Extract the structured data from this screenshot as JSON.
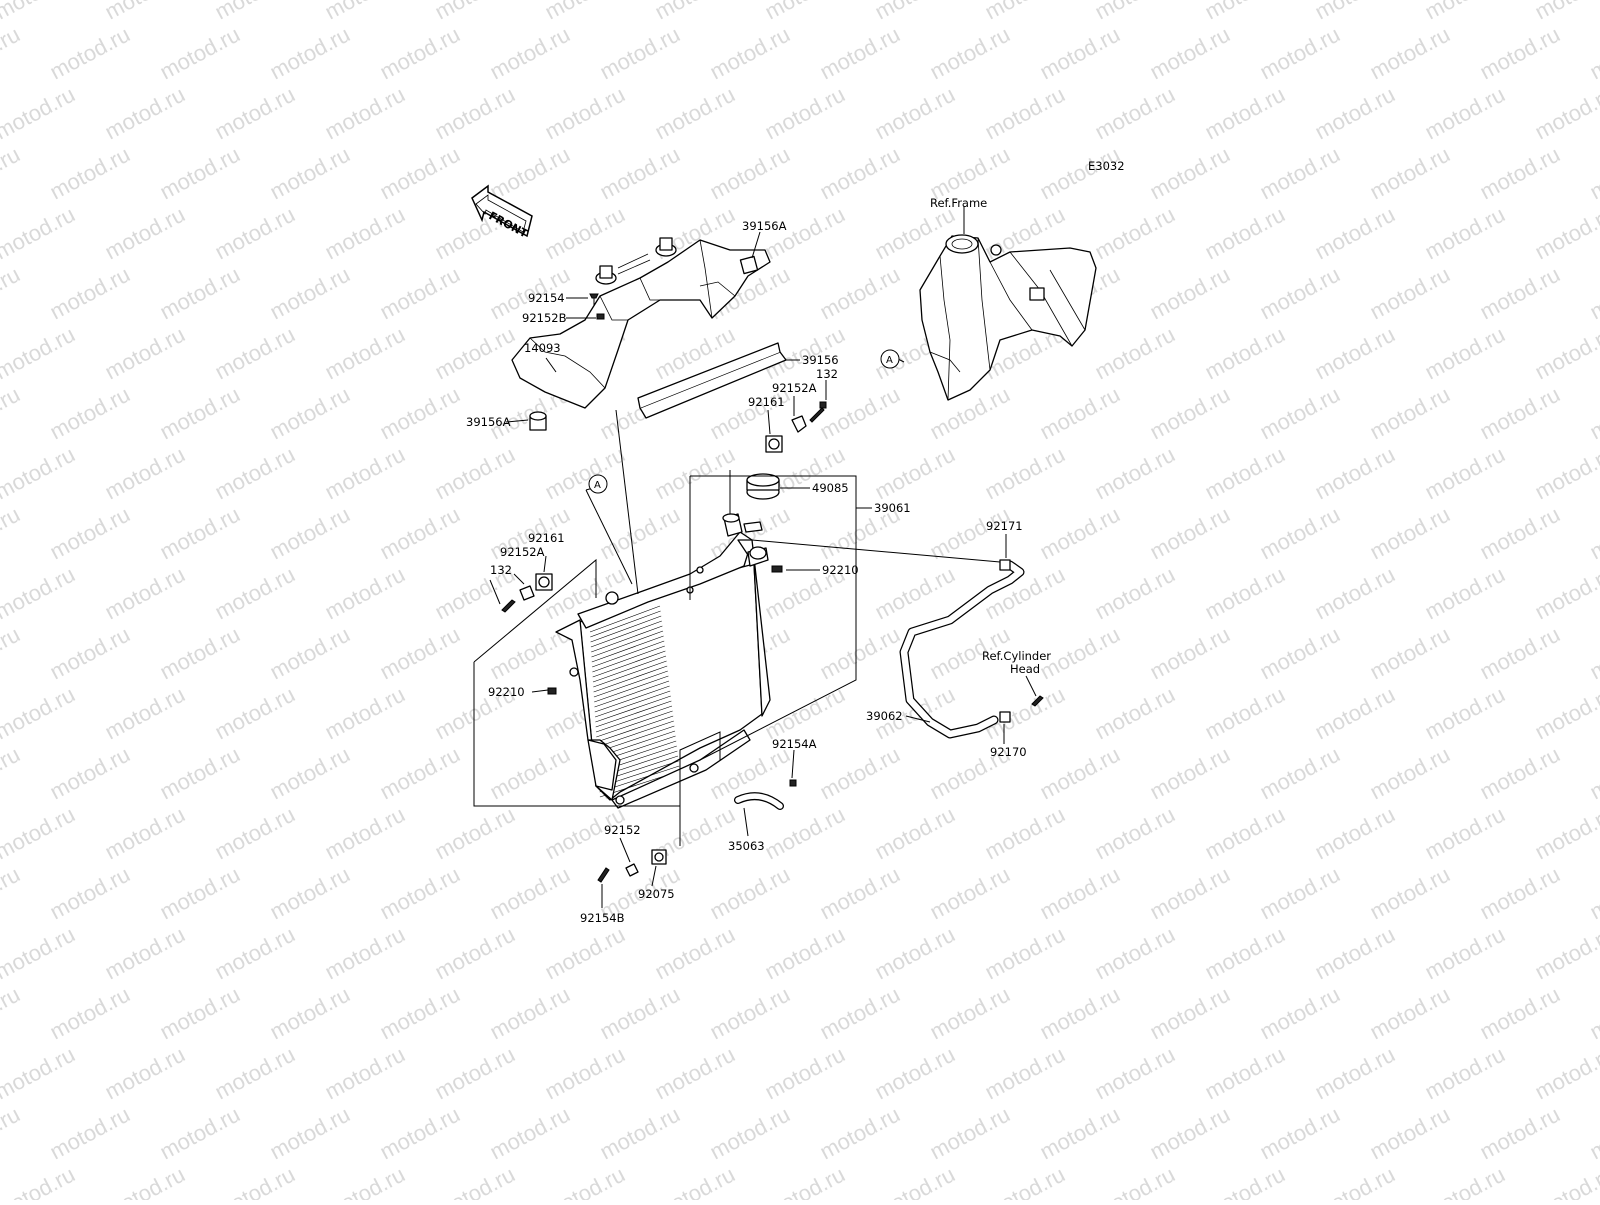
{
  "diagram_code": "E3032",
  "watermark": "motod.ru",
  "front_label": "FRONT",
  "ref_frame": "Ref.Frame",
  "ref_cylinder_line1": "Ref.Cylinder",
  "ref_cylinder_line2": "Head",
  "callout_a": "A",
  "parts": {
    "p39156A_top": "39156A",
    "p92154": "92154",
    "p92152B": "92152B",
    "p14093": "14093",
    "p39156": "39156",
    "p92152A_top": "92152A",
    "p132_top": "132",
    "p92161_top": "92161",
    "p39156A_bottom": "39156A",
    "p49085": "49085",
    "p39061": "39061",
    "p92171": "92171",
    "p92161_left": "92161",
    "p92152A_left": "92152A",
    "p132_left": "132",
    "p92210_right": "92210",
    "p92210_left": "92210",
    "p39062": "39062",
    "p92170": "92170",
    "p92154A": "92154A",
    "p92152": "92152",
    "p35063": "35063",
    "p92075": "92075",
    "p92154B": "92154B"
  }
}
